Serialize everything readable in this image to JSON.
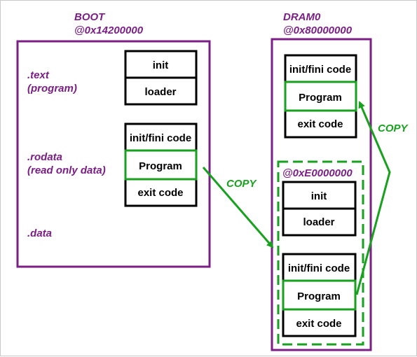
{
  "colors": {
    "region_border": "#7b1f86",
    "box_border": "#000000",
    "highlight": "#18a11f",
    "label_text": "#7b1f86"
  },
  "boot": {
    "title": "BOOT",
    "address": "@0x14200000",
    "sections": {
      "text_label_line1": ".text",
      "text_label_line2": "(program)",
      "rodata_label_line1": ".rodata",
      "rodata_label_line2": "(read only data)",
      "data_label": ".data"
    },
    "text_boxes": [
      "init",
      "loader"
    ],
    "rodata_boxes": [
      "init/fini code",
      "Program",
      "exit code"
    ]
  },
  "dram": {
    "title": "DRAM0",
    "address": "@0x80000000",
    "top_boxes": [
      "init/fini code",
      "Program",
      "exit code"
    ],
    "sub_region": {
      "address": "@0xE0000000",
      "boxes_a": [
        "init",
        "loader"
      ],
      "boxes_b": [
        "init/fini code",
        "Program",
        "exit code"
      ]
    }
  },
  "arrows": {
    "copy_label_1": "COPY",
    "copy_label_2": "COPY"
  }
}
